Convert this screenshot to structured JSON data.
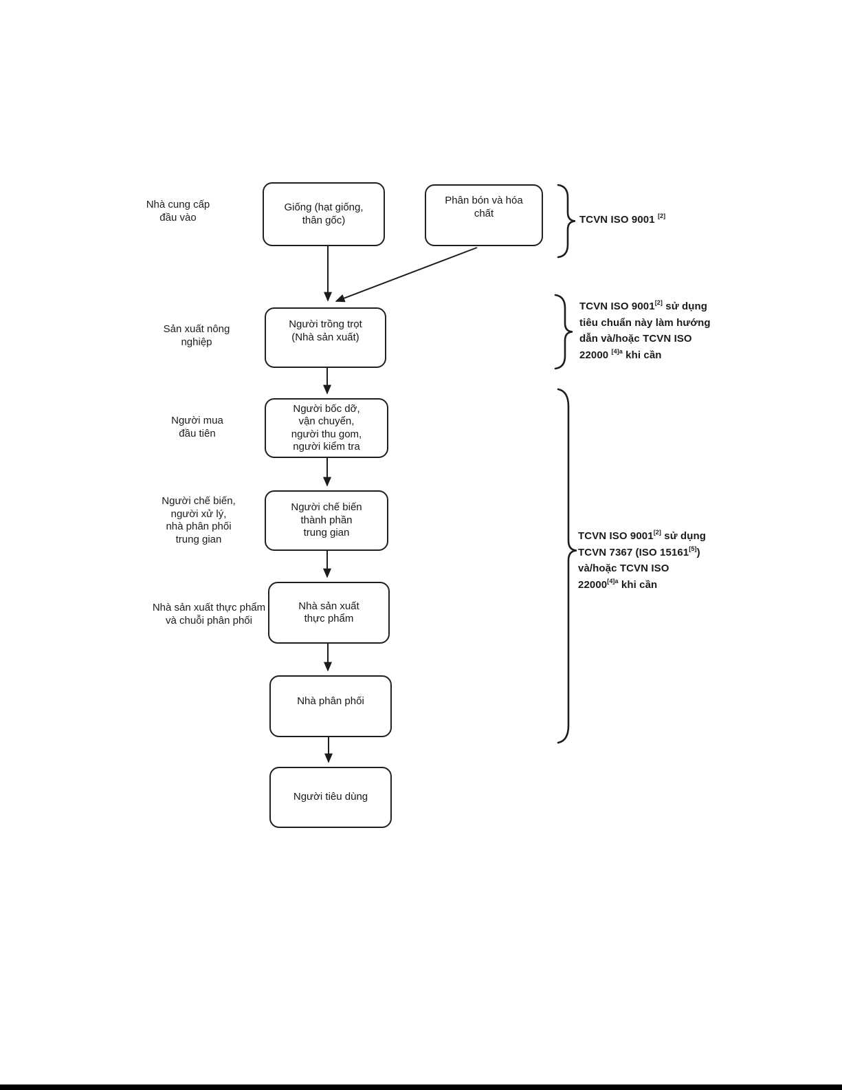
{
  "page": {
    "background": "#ffffff",
    "ink_color": "#1f1f1f",
    "bottom_rule_color": "#000000"
  },
  "diagram": {
    "left_labels": [
      {
        "text": "Nhà cung cấp\nđầu vào"
      },
      {
        "text": "Sản xuất nông\nnghiệp"
      },
      {
        "text": "Người mua\nđầu tiên"
      },
      {
        "text": "Người chế biến,\nngười xử lý,\nnhà phân phối\ntrung gian"
      },
      {
        "text": "Nhà sản xuất thực phẩm\nvà chuỗi phân phối"
      }
    ],
    "boxes": [
      {
        "id": "seed",
        "label": "Giống (hạt giống,\nthân gốc)"
      },
      {
        "id": "fertilizer",
        "label": "Phân bón và hóa\nchất"
      },
      {
        "id": "grower",
        "label": "Người trồng trọt\n(Nhà sản xuất)"
      },
      {
        "id": "first-buyer-handlers",
        "label": "Người bốc dỡ,\nvận chuyển,\nngười thu gom,\nngười kiểm tra"
      },
      {
        "id": "intermediate-processor",
        "label": "Người chế biến\nthành phần\ntrung gian"
      },
      {
        "id": "food-producer",
        "label": "Nhà sản xuất\nthực phẩm"
      },
      {
        "id": "distributor",
        "label": "Nhà phân phối"
      },
      {
        "id": "consumer",
        "label": "Người tiêu dùng"
      }
    ],
    "annotations": {
      "anno1": {
        "segments": [
          {
            "t": "TCVN ISO 9001 "
          },
          {
            "t": "[2]",
            "sup": true
          }
        ]
      },
      "anno2": {
        "lines": [
          [
            {
              "t": "TCVN ISO 9001"
            },
            {
              "t": "[2]",
              "sup": true
            },
            {
              "t": " sử dụng"
            }
          ],
          [
            {
              "t": "tiêu chuẩn này làm hướng"
            }
          ],
          [
            {
              "t": "dẫn và/hoặc TCVN ISO"
            }
          ],
          [
            {
              "t": "22000 "
            },
            {
              "t": "[4]a",
              "sup": true
            },
            {
              "t": " khi cần"
            }
          ]
        ]
      },
      "anno3": {
        "lines": [
          [
            {
              "t": "TCVN ISO 9001"
            },
            {
              "t": "[2]",
              "sup": true
            },
            {
              "t": " sử dụng"
            }
          ],
          [
            {
              "t": "TCVN 7367 (ISO 15161"
            },
            {
              "t": "[5]",
              "sup": true
            },
            {
              "t": ")"
            }
          ],
          [
            {
              "t": "và/hoặc TCVN ISO"
            }
          ],
          [
            {
              "t": "22000"
            },
            {
              "t": "[4]a",
              "sup": true
            },
            {
              "t": " khi cần"
            }
          ]
        ]
      }
    }
  }
}
